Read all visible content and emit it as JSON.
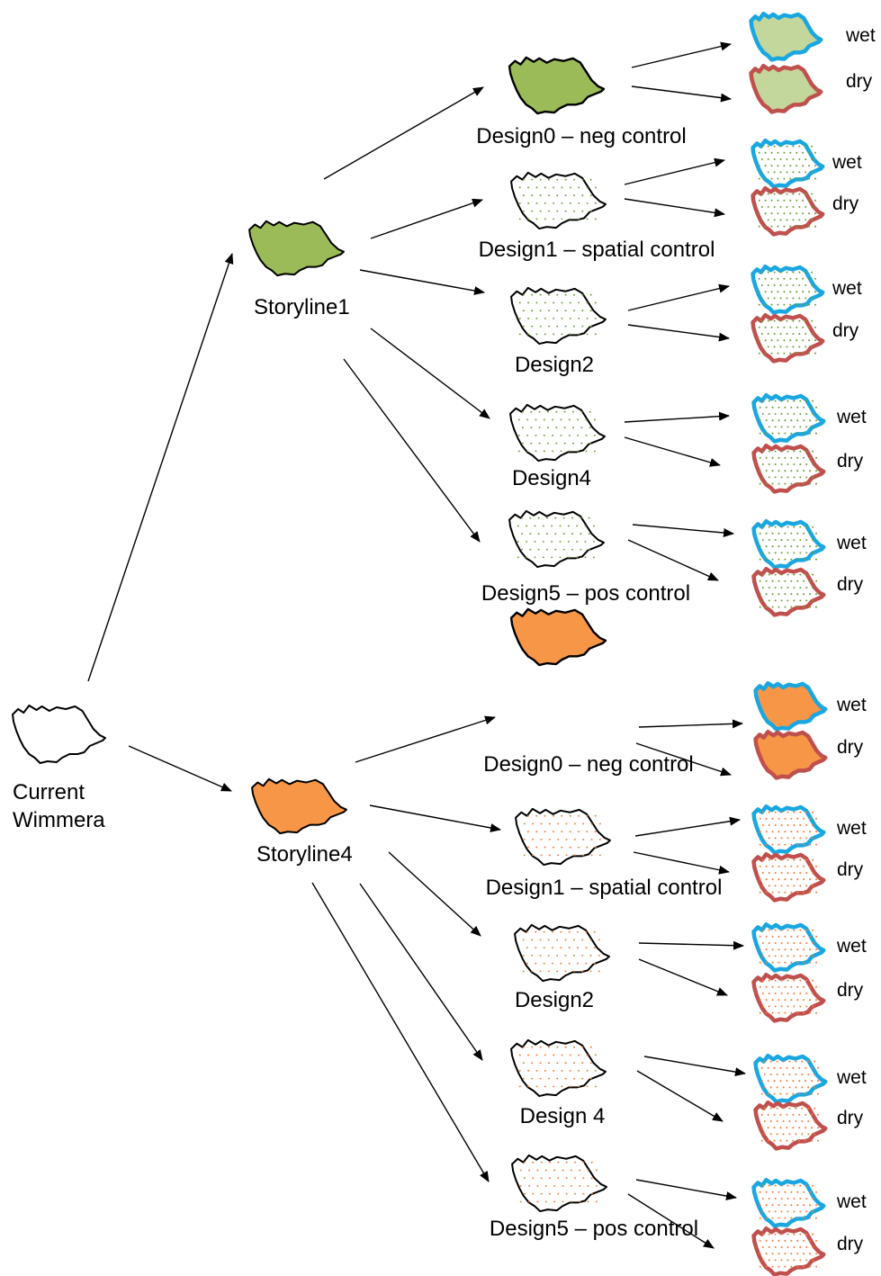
{
  "root": {
    "label_lines": [
      "Current",
      "Wimmera"
    ]
  },
  "storylines": [
    {
      "label": "Storyline1",
      "fill_color": "#9bbb59",
      "dot_color": "#6f9b3a",
      "designs": [
        {
          "label": "Design0 – neg control",
          "style": "filled"
        },
        {
          "label": "Design1 – spatial control",
          "style": "dotted"
        },
        {
          "label": "Design2",
          "style": "dotted"
        },
        {
          "label": "Design4",
          "style": "dotted"
        },
        {
          "label": "Design5 – pos control",
          "style": "dotted"
        }
      ]
    },
    {
      "label": "Storyline4",
      "fill_color": "#f79646",
      "dot_color": "#f07a3a",
      "designs": [
        {
          "label": "Design0 – neg control",
          "style": "filled"
        },
        {
          "label": "Design1 – spatial control",
          "style": "dotted"
        },
        {
          "label": "Design2",
          "style": "dotted"
        },
        {
          "label": "Design 4",
          "style": "dotted"
        },
        {
          "label": "Design5 – pos control",
          "style": "dotted"
        }
      ]
    }
  ],
  "scenarios": {
    "wet": {
      "label": "wet",
      "outline_color": "#1aa7e0"
    },
    "dry": {
      "label": "dry",
      "outline_color": "#c0504d"
    }
  }
}
